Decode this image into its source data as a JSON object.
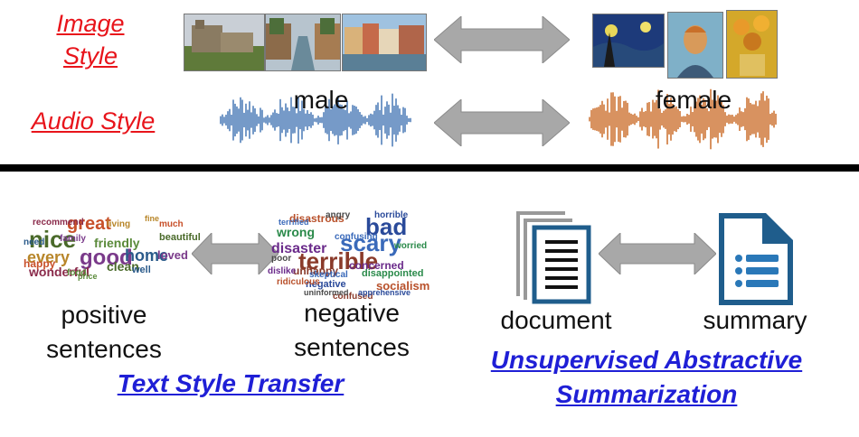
{
  "top": {
    "image_style_label": "Image\nStyle",
    "audio_style_label": "Audio Style",
    "male_label": "male",
    "female_label": "female"
  },
  "bottom": {
    "positive_label": "positive\nsentences",
    "negative_label": "negative\nsentences",
    "document_label": "document",
    "summary_label": "summary",
    "text_style_transfer_link": "Text Style Transfer",
    "abstractive_summarization_link": "Unsupervised Abstractive\nSummarization"
  },
  "positive_cloud": [
    "great",
    "nice",
    "good",
    "home",
    "every",
    "friendly",
    "wonderful",
    "happy",
    "clean",
    "loved",
    "well",
    "living",
    "food",
    "recommend",
    "much",
    "beautiful",
    "family",
    "need",
    "fine",
    "price"
  ],
  "negative_cloud": [
    "bad",
    "scary",
    "terrible",
    "disaster",
    "wrong",
    "disastrous",
    "angry",
    "horrible",
    "confusing",
    "unhappy",
    "concerned",
    "disappointed",
    "socialism",
    "poor",
    "negative",
    "skeptical",
    "confused",
    "dislike",
    "worried",
    "ridiculous",
    "uninformed",
    "apprehensive",
    "terrified"
  ],
  "colors": {
    "red": "#e8141b",
    "blue_link": "#1f1fd6",
    "male_wave": "#3a6fb0",
    "female_wave": "#c8641c",
    "arrow_gray": "#a8a8a8",
    "icon_blue": "#1f5d8c"
  }
}
